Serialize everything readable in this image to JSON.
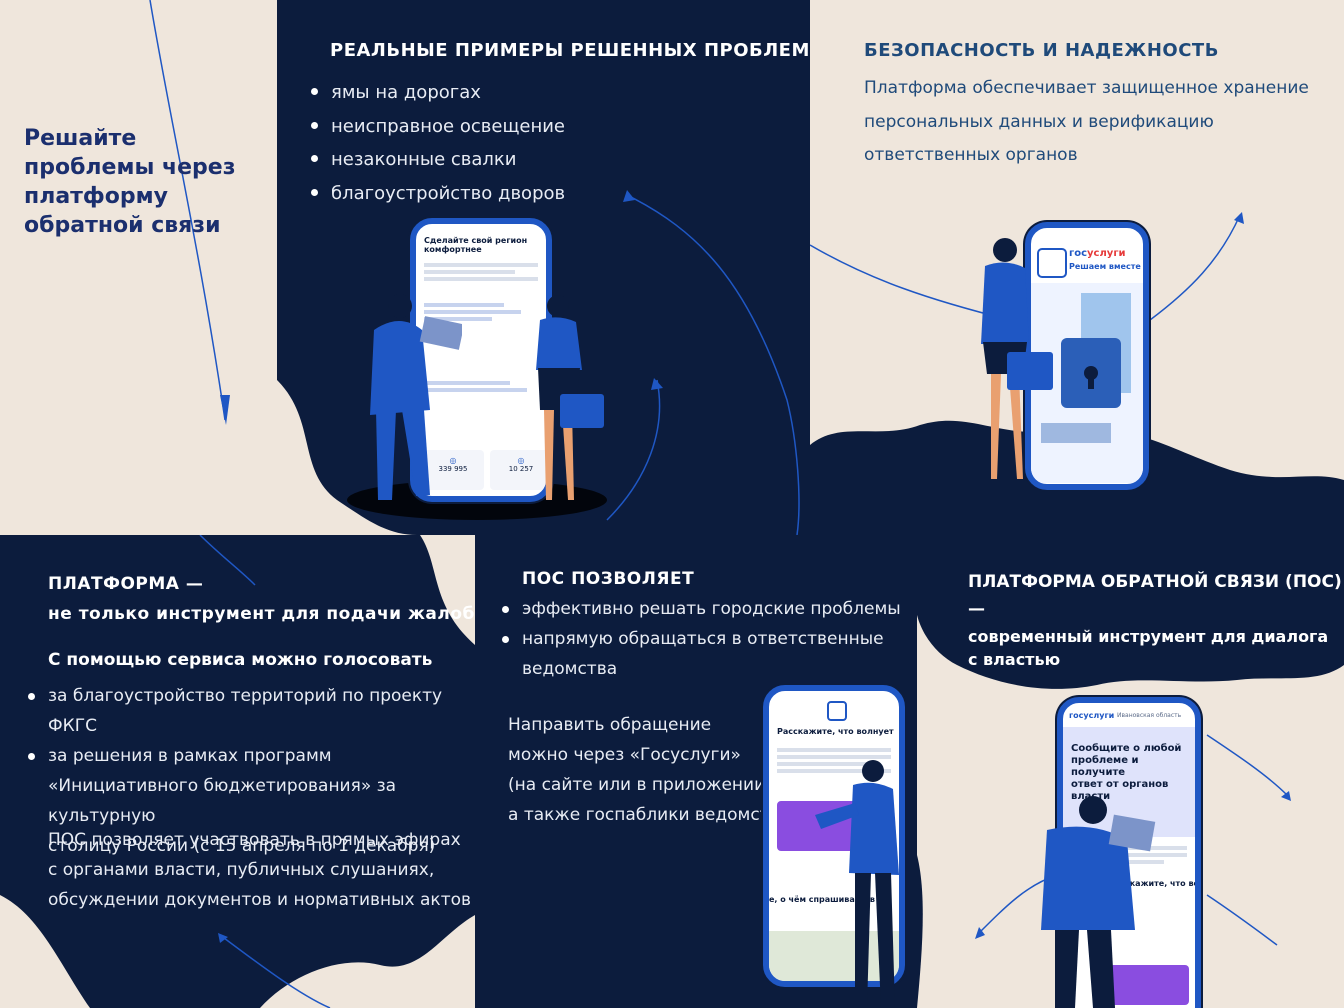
{
  "intro": {
    "title_lines": [
      "Решайте",
      "проблемы через",
      "платформу",
      "обратной связи"
    ]
  },
  "examples": {
    "heading": "РЕАЛЬНЫЕ ПРИМЕРЫ РЕШЕННЫХ ПРОБЛЕМ",
    "items": [
      "ямы на дорогах",
      "неисправное освещение",
      "незаконные свалки",
      "благоустройство дворов"
    ],
    "phone": {
      "title": "Сделайте свой регион комфортнее",
      "stat1": "339 995",
      "stat2": "10 257"
    }
  },
  "security": {
    "heading": "БЕЗОПАСНОСТЬ И НАДЕЖНОСТЬ",
    "lines": [
      "Платформа обеспечивает защищенное хранение",
      "персональных данных и верификацию",
      "ответственных органов"
    ],
    "brand_gos": "гос",
    "brand_uslugi": "услуги",
    "brand_slogan": "Решаем вместе"
  },
  "platform": {
    "heading_line1": "ПЛАТФОРМА —",
    "heading_line2": "не только инструмент для подачи жалоб",
    "vote_title": "С помощью сервиса можно голосовать",
    "vote_item1": "за благоустройство территорий по проекту ФКГС",
    "vote_item2_lines": [
      "за решения в рамках программ",
      "«Инициативного бюджетирования» за культурную",
      " столицу России (с 15 апреля по 1 декабря)"
    ],
    "extra_lines": [
      "ПОС позволяет участвовать в прямых эфирах",
      "с органами власти, публичных слушаниях,",
      "обсуждении документов и нормативных актов"
    ]
  },
  "pos_allows": {
    "heading": "ПОС ПОЗВОЛЯЕТ",
    "item1": "эффективно решать городские проблемы",
    "item2_lines": [
      "напрямую обращаться в ответственные",
      "ведомства"
    ],
    "send_lines": [
      "Направить обращение",
      "можно через «Госуслуги»",
      "(на сайте или в приложении),",
      "а также госпаблики ведомств"
    ],
    "phone_title": "Расскажите, что волнует",
    "phone_sub": "е, о чём спрашивают в"
  },
  "pos_def": {
    "heading_line1": "ПЛАТФОРМА ОБРАТНОЙ СВЯЗИ (ПОС) —",
    "heading_line2": "современный инструмент для диалога",
    "heading_line3": "с властью",
    "phone_brand": "госуслуги",
    "phone_region": "Ивановская область",
    "phone_title_lines": [
      "Сообщите о любой",
      "проблеме и получите",
      "ответ от органов власти"
    ],
    "phone_sub": "Расскажите, что вол"
  },
  "colors": {
    "navy": "#0c1c3d",
    "beige": "#efe6dc",
    "accent_blue": "#1f57c4",
    "title_blue": "#1b2f6e",
    "security_text": "#1f4a7a",
    "gos_red": "#e63a3a"
  }
}
